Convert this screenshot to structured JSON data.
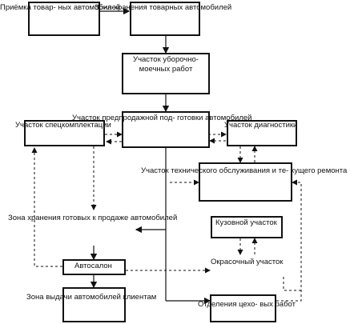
{
  "nodes": {
    "priemka": "Приёмка товар- ных автомобилей",
    "zona_hraneniya": "Зона хранения товарных автомобилей",
    "uborochno": "Участок уборочно-моечных работ",
    "predprodazh": "Участок предпродажной под- готовки автомобилей",
    "speckompl": "Участок спецкомплектации",
    "diagnostiki": "Участок диагностики",
    "to_tr": "Участок технического обслуживания и те- кущего ремонта",
    "zona_gotovyh": "Зона хранения готовых к продаже автомобилей",
    "kuzovnoy": "Кузовной участок",
    "okrasochny": "Окрасочный участок",
    "avtosalon": "Автосалон",
    "zona_vydachi": "Зона выдачи автомобилей клиентам",
    "otdelenie": "Отделения цехо- вых работ"
  }
}
